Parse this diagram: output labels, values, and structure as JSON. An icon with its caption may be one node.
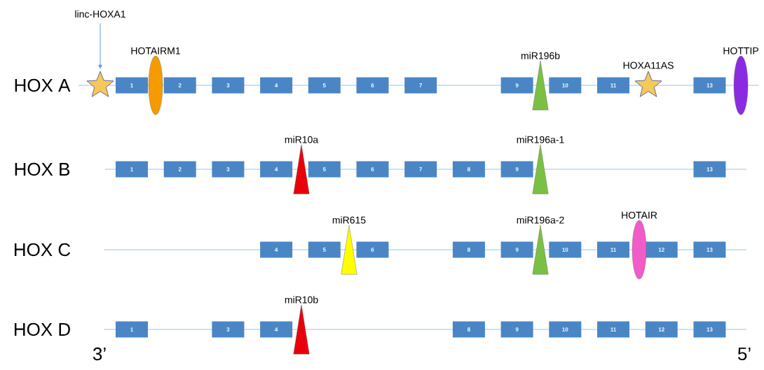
{
  "diagram": {
    "nodes": [
      {
        "text": [
          "linc-HOXA1"
        ]
      },
      {
        "text": [],
        "shape": "star"
      },
      {
        "text": [
          "1"
        ]
      },
      {
        "text": [
          "HOTAIRM1"
        ]
      },
      {
        "text": [
          "2"
        ]
      },
      {
        "text": [
          "3"
        ]
      },
      {
        "text": [
          "4"
        ]
      },
      {
        "text": [
          "5"
        ]
      },
      {
        "text": [
          "6"
        ]
      },
      {
        "text": [
          "7"
        ]
      },
      {
        "text": [
          "9"
        ]
      },
      {
        "text": [
          "miR196b"
        ]
      },
      {
        "text": [
          "10"
        ]
      },
      {
        "text": [
          "11"
        ]
      },
      {
        "text": [
          "HOXA11AS"
        ]
      },
      {
        "text": [
          "13"
        ]
      },
      {
        "text": [
          "HOTTIP"
        ]
      },
      {
        "text": [
          "1"
        ]
      },
      {
        "text": [
          "2"
        ]
      },
      {
        "text": [
          "3"
        ]
      },
      {
        "text": [
          "4"
        ]
      },
      {
        "text": [
          "miR10a"
        ]
      },
      {
        "text": [
          "5"
        ]
      },
      {
        "text": [
          "6"
        ]
      },
      {
        "text": [
          "7"
        ]
      },
      {
        "text": [
          "8"
        ]
      },
      {
        "text": [
          "9"
        ]
      },
      {
        "text": [
          "miR196a-1"
        ]
      },
      {
        "text": [
          "13"
        ]
      },
      {
        "text": [
          "4"
        ]
      },
      {
        "text": [
          "5"
        ]
      },
      {
        "text": [
          "miR615"
        ]
      },
      {
        "text": [
          "6"
        ]
      },
      {
        "text": [
          "8"
        ]
      },
      {
        "text": [
          "9"
        ]
      },
      {
        "text": [
          "miR196a-2"
        ]
      },
      {
        "text": [
          "10"
        ]
      },
      {
        "text": [
          "11"
        ]
      },
      {
        "text": [
          "HOTAIR"
        ]
      },
      {
        "text": [
          "12"
        ]
      },
      {
        "text": [
          "13"
        ]
      },
      {
        "text": [
          "1"
        ]
      },
      {
        "text": [
          "3"
        ]
      },
      {
        "text": [
          "4"
        ]
      },
      {
        "text": [
          "miR10b"
        ]
      },
      {
        "text": [
          "8"
        ]
      },
      {
        "text": [
          "9"
        ]
      },
      {
        "text": [
          "10"
        ]
      },
      {
        "text": [
          "11"
        ]
      },
      {
        "text": [
          "12"
        ]
      },
      {
        "text": [
          "13"
        ]
      }
    ],
    "edges": [
      {
        "from": 0,
        "to": 1,
        "arrow": "to"
      }
    ],
    "labels": [
      "HOX A",
      "HOX B",
      "HOX C",
      "HOX D",
      "3’",
      "5’"
    ]
  }
}
